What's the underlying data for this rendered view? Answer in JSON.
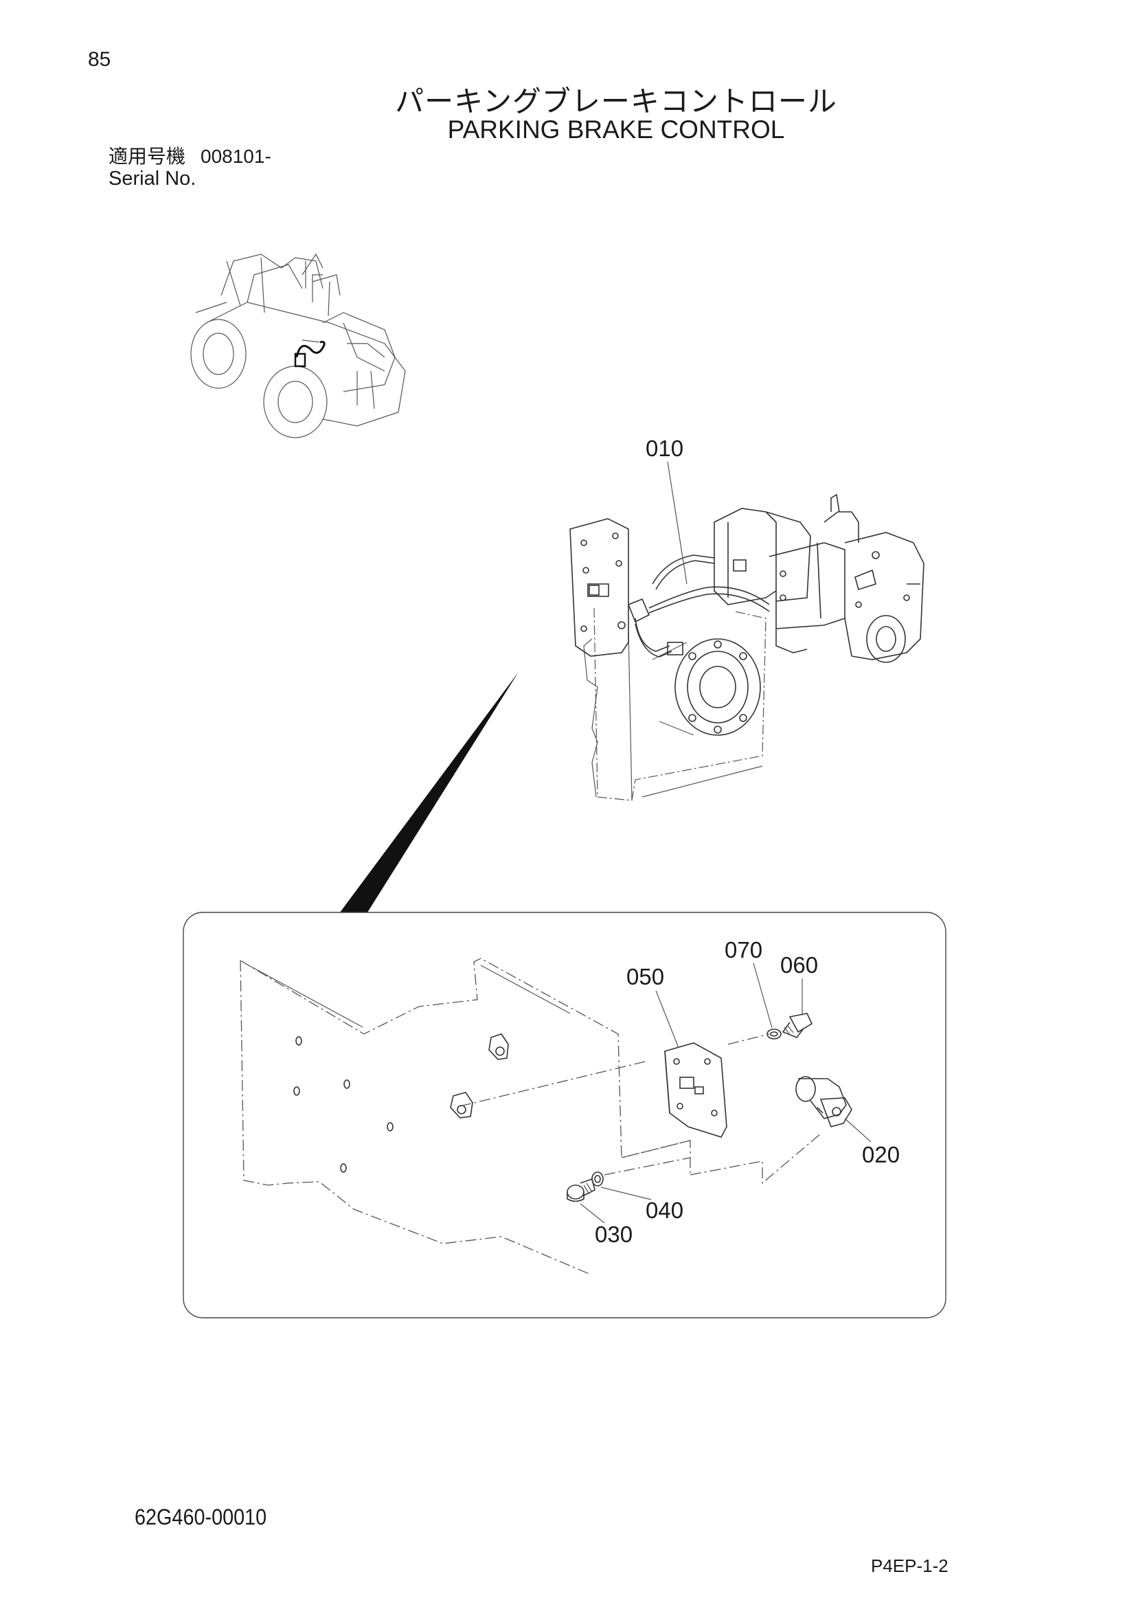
{
  "page_number": "85",
  "title_jp": "パーキングブレーキコントロール",
  "title_en": "PARKING BRAKE CONTROL",
  "serial": {
    "label_jp": "適用号機",
    "value": "008101-",
    "label_en": "Serial No."
  },
  "callouts": {
    "p010": "010",
    "p020": "020",
    "p030": "030",
    "p040": "040",
    "p050": "050",
    "p060": "060",
    "p070": "070"
  },
  "drawing_code": "62G460-00010",
  "sheet_code": "P4EP-1-2"
}
